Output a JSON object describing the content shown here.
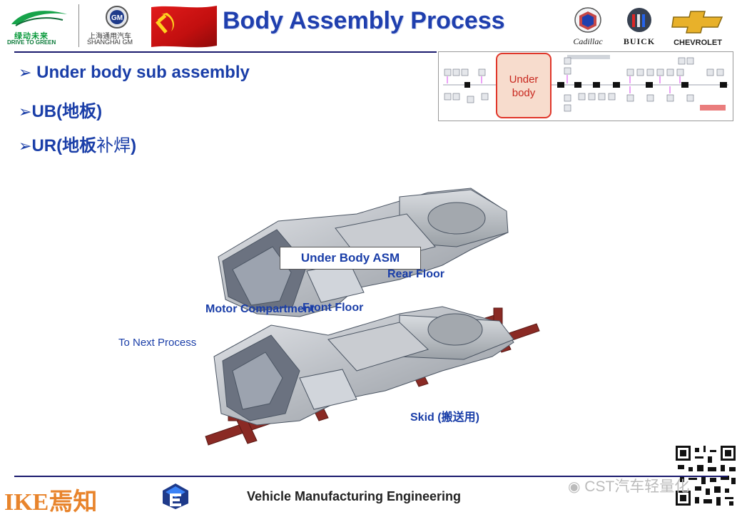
{
  "header": {
    "title": "Body Assembly Process",
    "logo_left": {
      "cn": "绿动未来",
      "en": "DRIVE TO GREEN"
    },
    "logo_sgm": {
      "cn": "上海通用汽车",
      "en": "SHANGHAI GM",
      "badge": "GM"
    },
    "brands": [
      {
        "name": "Cadillac"
      },
      {
        "name": "BUICK"
      },
      {
        "name": "CHEVROLET"
      }
    ]
  },
  "bullets": [
    {
      "marker": "➢",
      "text": " Under body sub assembly"
    },
    {
      "marker": "➢",
      "text": "UB(地板)"
    },
    {
      "marker": "➢",
      "text_a": "UR(地板",
      "text_b": "补焊",
      "text_c": ")"
    }
  ],
  "flow_diagram": {
    "highlight_label_1": "Under",
    "highlight_label_2": "body"
  },
  "figure_labels": {
    "under_body_asm": "Under Body ASM",
    "rear_floor": "Rear Floor",
    "motor_compartment": "Motor Compartment",
    "front_floor": "Front Floor",
    "to_next_process": "To Next Process",
    "skid": "Skid (搬送用)"
  },
  "footer": {
    "text": "Vehicle Manufacturing Engineering",
    "logo_ike": "IKE焉知",
    "watermark": "CST汽车轻量化"
  },
  "colors": {
    "title_blue": "#1f3fae",
    "bullet_blue": "#1a3ea8",
    "highlight_red": "#e0362a",
    "skid_red": "#8a2a24",
    "ike_orange": "#e8842c"
  }
}
